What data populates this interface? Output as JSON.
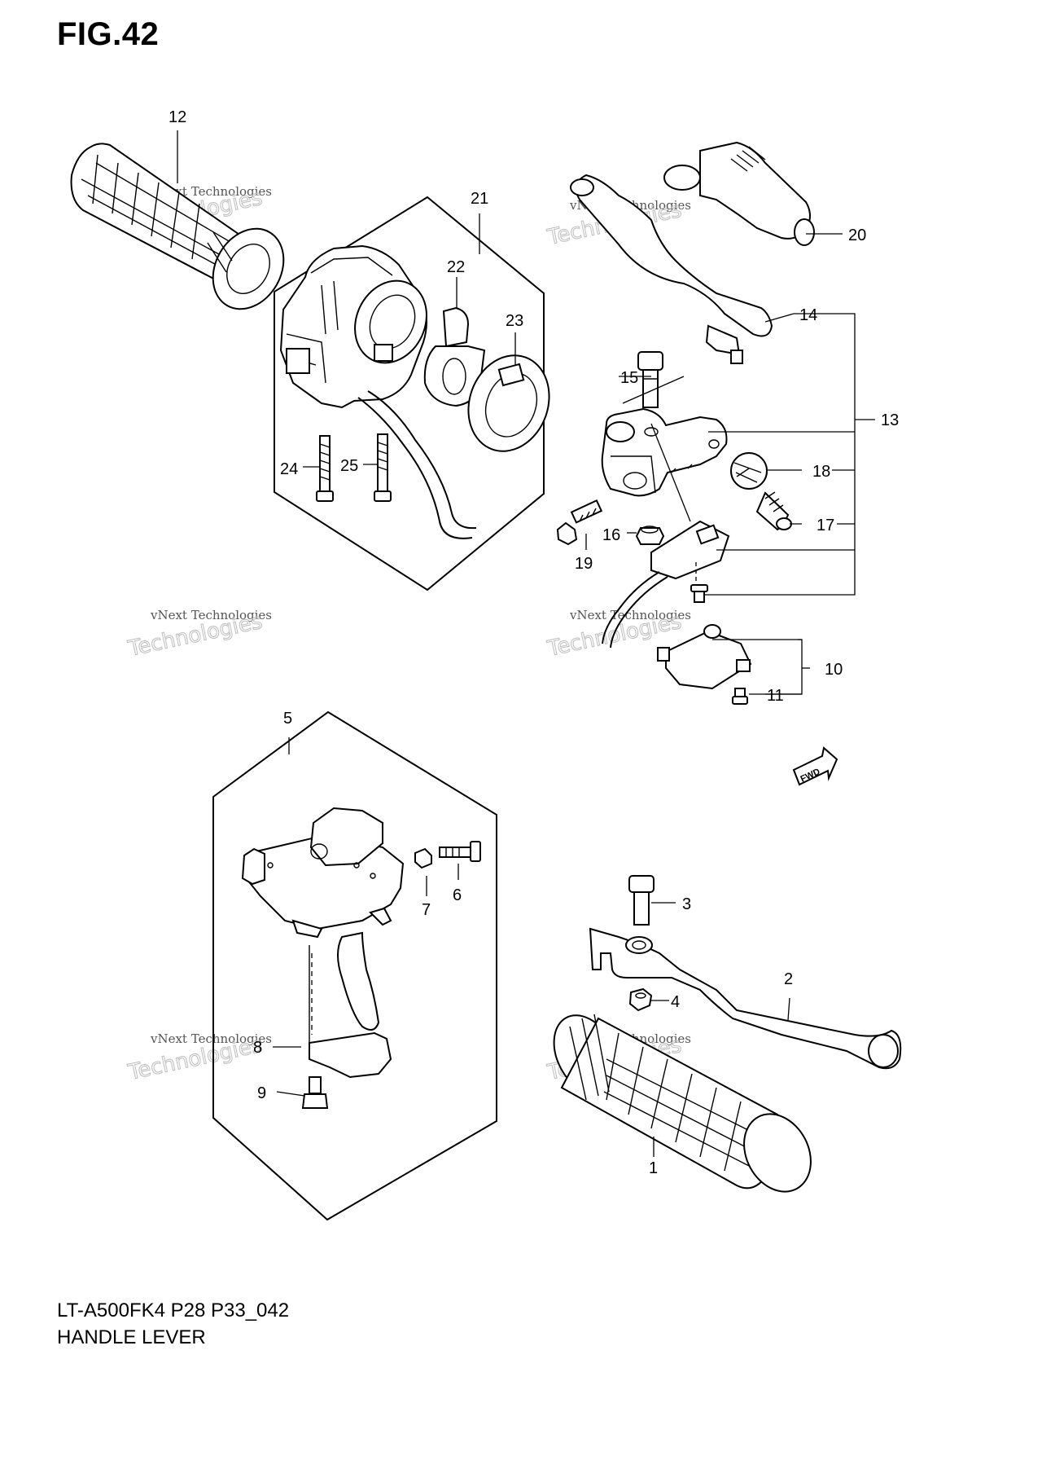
{
  "figure": {
    "title": "FIG.42",
    "model_code": "LT-A500FK4 P28 P33_042",
    "caption": "HANDLE LEVER"
  },
  "watermark": {
    "line1": "vNext Technologies",
    "line2": "Technologies"
  },
  "callouts": [
    {
      "id": "1",
      "text": "1"
    },
    {
      "id": "2",
      "text": "2"
    },
    {
      "id": "3",
      "text": "3"
    },
    {
      "id": "4",
      "text": "4"
    },
    {
      "id": "5",
      "text": "5"
    },
    {
      "id": "6",
      "text": "6"
    },
    {
      "id": "7",
      "text": "7"
    },
    {
      "id": "8",
      "text": "8"
    },
    {
      "id": "9",
      "text": "9"
    },
    {
      "id": "10",
      "text": "10"
    },
    {
      "id": "11",
      "text": "11"
    },
    {
      "id": "12",
      "text": "12"
    },
    {
      "id": "13",
      "text": "13"
    },
    {
      "id": "14",
      "text": "14"
    },
    {
      "id": "15",
      "text": "15"
    },
    {
      "id": "16",
      "text": "16"
    },
    {
      "id": "17",
      "text": "17"
    },
    {
      "id": "18",
      "text": "18"
    },
    {
      "id": "19",
      "text": "19"
    },
    {
      "id": "20",
      "text": "20"
    },
    {
      "id": "21",
      "text": "21"
    },
    {
      "id": "22",
      "text": "22"
    },
    {
      "id": "23",
      "text": "23"
    },
    {
      "id": "24",
      "text": "24"
    },
    {
      "id": "25",
      "text": "25"
    }
  ],
  "direction_badge": "FWD"
}
